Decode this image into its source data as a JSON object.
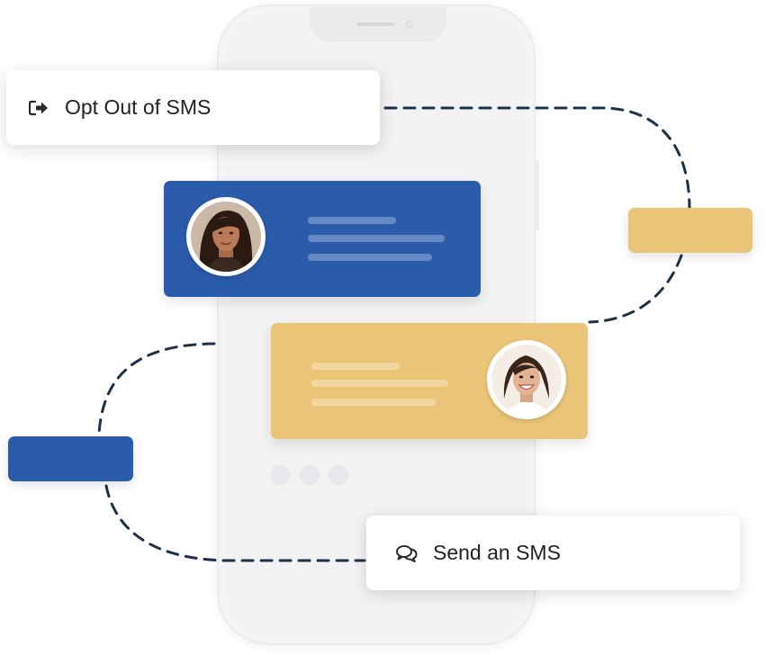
{
  "cards": {
    "opt_out": {
      "label": "Opt Out of SMS",
      "icon": "sign-out-icon"
    },
    "send_sms": {
      "label": "Send an SMS",
      "icon": "chat-bubbles-icon"
    }
  },
  "messages": [
    {
      "from": "woman-with-dark-hair",
      "color": "#2a5cab",
      "avatar": "avatar-woman-1"
    },
    {
      "from": "smiling-woman",
      "color": "#ebc577",
      "avatar": "avatar-woman-2"
    }
  ],
  "colors": {
    "brand_blue": "#2a5cab",
    "brand_gold": "#ebc577",
    "connector": "#1d3149"
  },
  "typing_dots": 3
}
